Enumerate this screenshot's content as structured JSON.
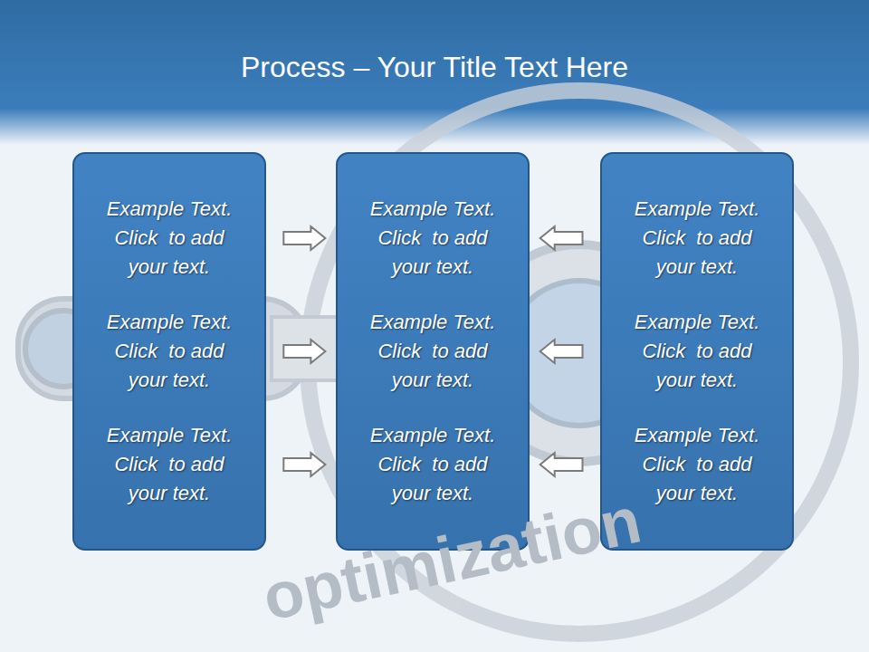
{
  "diagram": {
    "title": "Process – Your Title Text Here",
    "nodes": [
      {
        "text": [
          "Example Text. Click  to add your text.",
          "Example Text. Click  to add your text.",
          "Example Text. Click  to add your text."
        ]
      },
      {
        "text": [
          "Example Text. Click  to add your text.",
          "Example Text. Click  to add your text.",
          "Example Text. Click  to add your text."
        ]
      },
      {
        "text": [
          "Example Text. Click  to add your text.",
          "Example Text. Click  to add your text.",
          "Example Text. Click  to add your text."
        ]
      }
    ],
    "edges": [
      {
        "from": 0,
        "to": 1,
        "arrow": "to"
      },
      {
        "from": 0,
        "to": 1,
        "arrow": "to"
      },
      {
        "from": 0,
        "to": 1,
        "arrow": "to"
      },
      {
        "from": 2,
        "to": 1,
        "arrow": "to"
      },
      {
        "from": 2,
        "to": 1,
        "arrow": "to"
      },
      {
        "from": 2,
        "to": 1,
        "arrow": "to"
      }
    ],
    "labels": [
      "optimization"
    ]
  }
}
